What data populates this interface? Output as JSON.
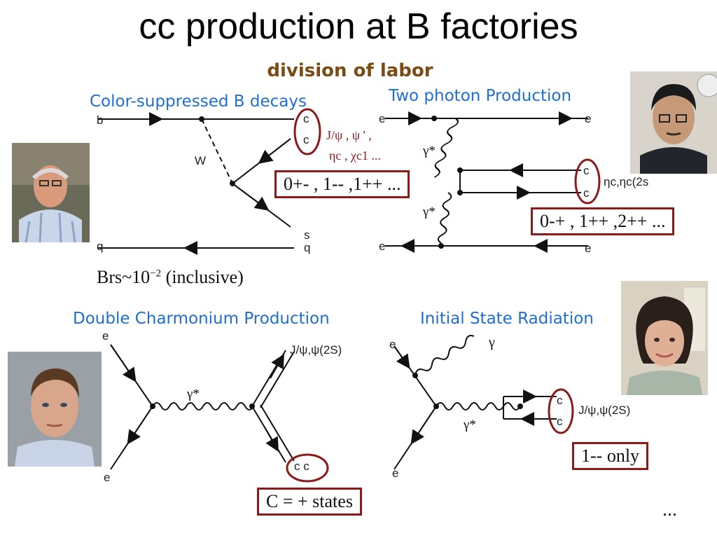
{
  "slide": {
    "title": "cc production at B factories",
    "subtitle": "division of labor",
    "ellipsis": "..."
  },
  "color_suppressed": {
    "heading": "Color-suppressed B decays",
    "quark_b": "b",
    "antiquark_q": "q",
    "w_label": "W",
    "c_label": "c",
    "cbar_label": "c",
    "s_label": "s",
    "qbar_right": "q",
    "states_line1": "J/ψ , ψ ' ,",
    "states_line2": "ηc , χc1 ...",
    "box_text": "0+- , 1-- ,1++ ...",
    "brs_text": "Brs~10",
    "brs_exp": "−2",
    "brs_suffix": " (inclusive)"
  },
  "two_photon": {
    "heading": "Two photon Production",
    "e_top_left": "e",
    "e_top_right": "e",
    "e_bot_left": "e",
    "e_bot_right": "e",
    "gamma_top": "γ*",
    "gamma_bot": "γ*",
    "cbar": "c",
    "c": "c",
    "states": "ηc,ηc(2s",
    "box_text": "0-+ , 1++ ,2++ ..."
  },
  "double_charmonium": {
    "heading": "Double Charmonium Production",
    "e_top": "e",
    "e_bot": "e",
    "gamma": "γ*",
    "jpsi": "J/ψ,ψ(2S)",
    "cc": "c c",
    "box_text": "C = + states"
  },
  "isr": {
    "heading": "Initial State Radiation",
    "e_top": "e",
    "e_bot": "e",
    "gamma_real": "γ",
    "gamma_virtual": "γ*",
    "c": "c",
    "cbar": "c",
    "jpsi": "J/ψ,ψ(2S)",
    "box_text": "1-- only"
  }
}
